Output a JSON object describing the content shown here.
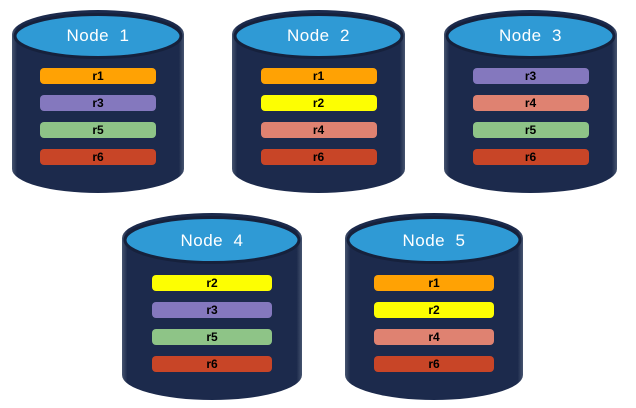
{
  "colors": {
    "background": "#FFFFFF",
    "cylinder_body": "#1C2A4C",
    "cylinder_edge_highlight": "#46546F",
    "cylinder_top_fill": "#2F9AD5",
    "cylinder_top_stroke": "#16213C",
    "title_text": "#FFFFFF",
    "bar_label_text": "#000000"
  },
  "replica_colors": {
    "r1": "#FFA204",
    "r2": "#FDFE02",
    "r3": "#8478BE",
    "r4": "#DF8271",
    "r5": "#8EC487",
    "r6": "#C84527"
  },
  "nodes": [
    {
      "title": "Node  1",
      "replicas": [
        "r1",
        "r3",
        "r5",
        "r6"
      ]
    },
    {
      "title": "Node  2",
      "replicas": [
        "r1",
        "r2",
        "r4",
        "r6"
      ]
    },
    {
      "title": "Node  3",
      "replicas": [
        "r3",
        "r4",
        "r5",
        "r6"
      ]
    },
    {
      "title": "Node  4",
      "replicas": [
        "r2",
        "r3",
        "r5",
        "r6"
      ]
    },
    {
      "title": "Node  5",
      "replicas": [
        "r1",
        "r2",
        "r4",
        "r6"
      ]
    }
  ]
}
